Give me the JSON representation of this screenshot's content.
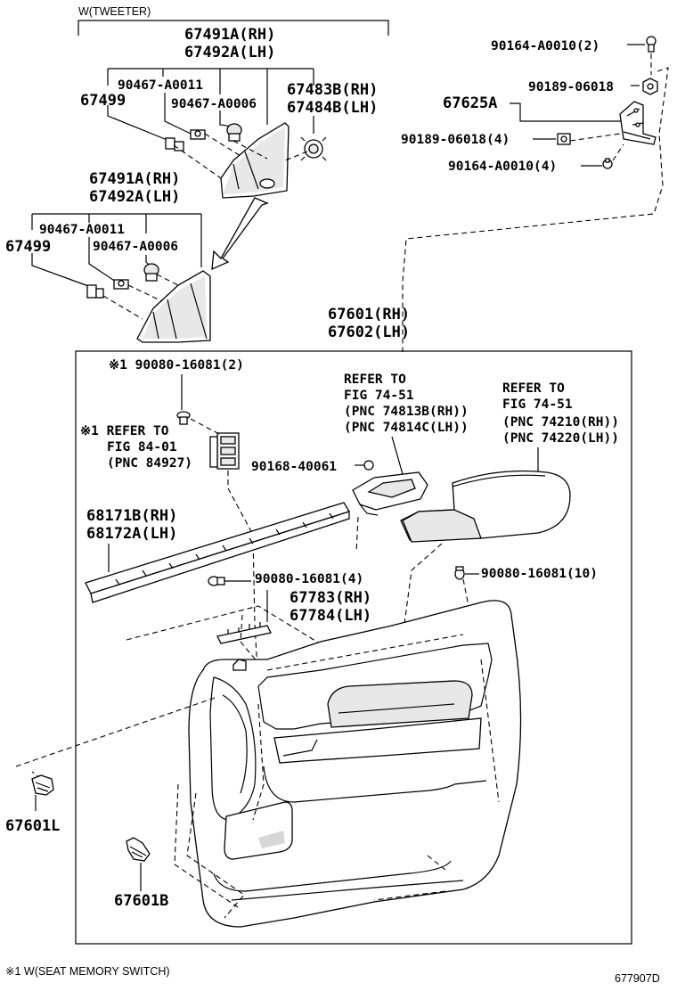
{
  "tweeter_caption": "W(TWEETER)",
  "seat_memory_note": "※1 W(SEAT MEMORY SWITCH)",
  "figure_code": "677907D",
  "labels": {
    "l67491a_top": "67491A(RH)",
    "l67492a_top": "67492A(LH)",
    "l90467_a0011_top": "90467-A0011",
    "l67499_top": "67499",
    "l90467_a0006_top": "90467-A0006",
    "l67483b": "67483B(RH)",
    "l67484b": "67484B(LH)",
    "l67491a_mid": "67491A(RH)",
    "l67492a_mid": "67492A(LH)",
    "l90467_a0011_mid": "90467-A0011",
    "l67499_mid": "67499",
    "l90467_a0006_mid": "90467-A0006",
    "l90164_2": "90164-A0010(2)",
    "l90189_a": "90189-06018",
    "l67625a": "67625A",
    "l90189_4": "90189-06018(4)",
    "l90164_4": "90164-A0010(4)",
    "l67601rh": "67601(RH)",
    "l67602lh": "67602(LH)",
    "l90080_2": "※1 90080-16081(2)",
    "l_refer84_1": "※1 REFER TO",
    "l_refer84_2": "FIG 84-01",
    "l_refer84_3": "(PNC 84927)",
    "l_refer74a_1": "REFER TO",
    "l_refer74a_2": "FIG 74-51",
    "l_refer74a_3": "(PNC 74813B(RH))",
    "l_refer74a_4": "(PNC 74814C(LH))",
    "l_refer74b_1": "REFER TO",
    "l_refer74b_2": "FIG 74-51",
    "l_refer74b_3": "(PNC 74210(RH))",
    "l_refer74b_4": "(PNC 74220(LH))",
    "l90168": "90168-40061",
    "l68171b": "68171B(RH)",
    "l68172a": "68172A(LH)",
    "l90080_4": "90080-16081(4)",
    "l67783": "67783(RH)",
    "l67784": "67784(LH)",
    "l90080_10": "90080-16081(10)",
    "l67601l": "67601L",
    "l67601b": "67601B"
  }
}
